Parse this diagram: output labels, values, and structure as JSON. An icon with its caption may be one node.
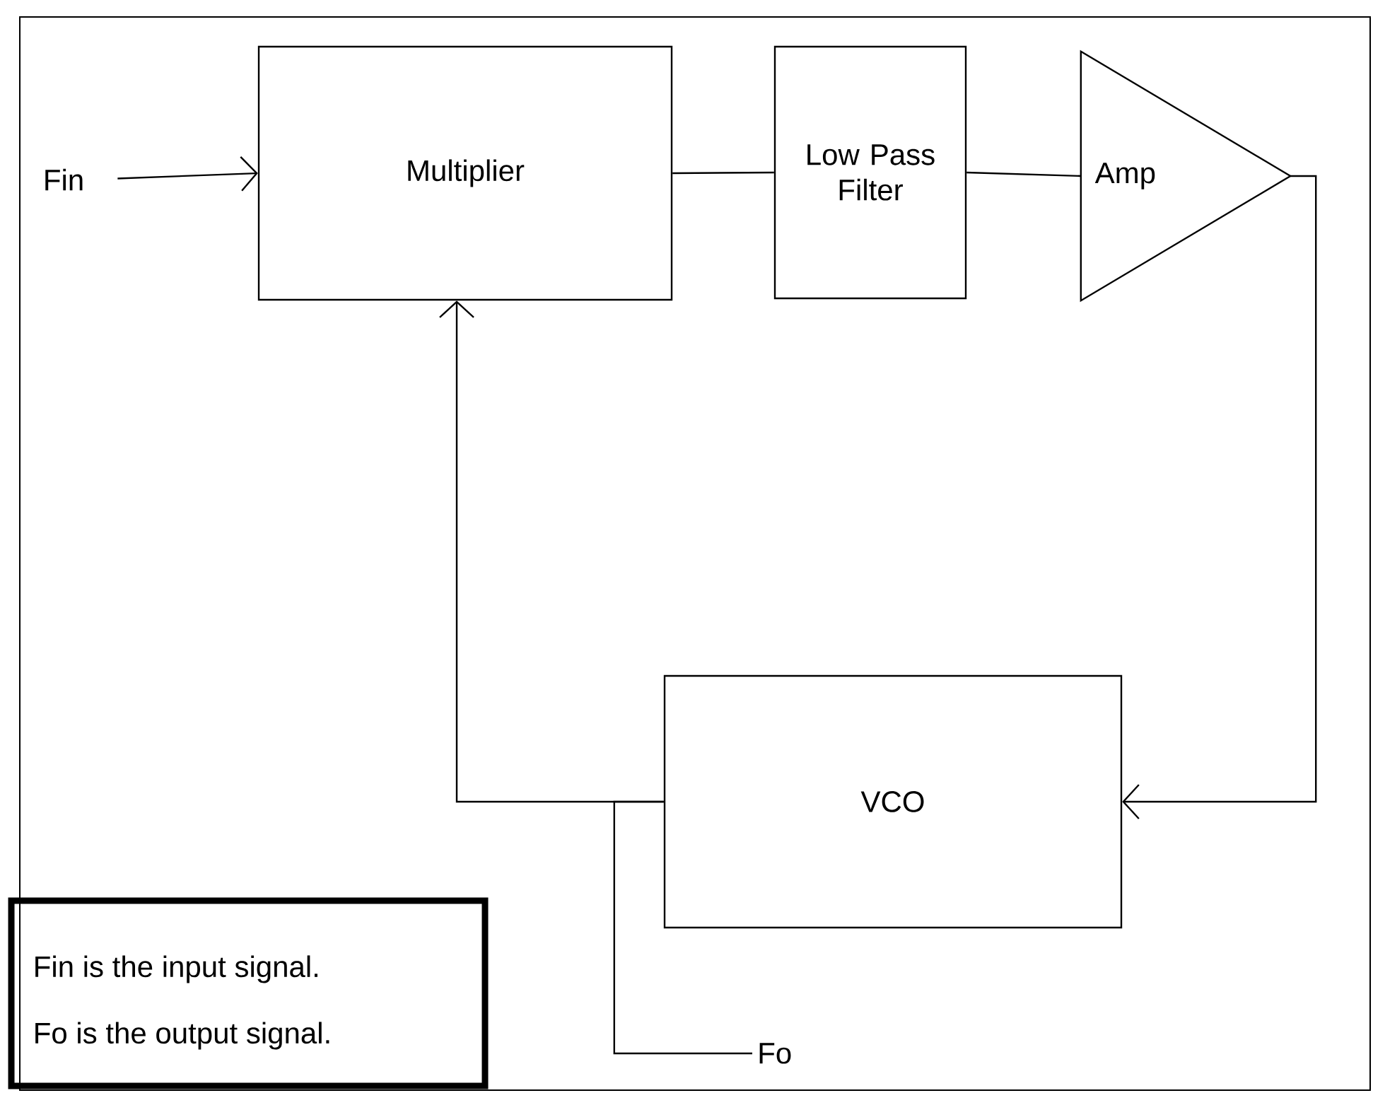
{
  "diagram": {
    "nodes": [
      {
        "text": [
          "Fin"
        ]
      },
      {
        "text": [
          "Multiplier"
        ]
      },
      {
        "text": [
          "Low Pass Filter"
        ]
      },
      {
        "text": [
          "Amp"
        ]
      },
      {
        "text": [
          "VCO"
        ]
      },
      {
        "text": [
          "Fo"
        ]
      },
      {
        "text": [
          "Fin is the input signal.",
          "Fo is the output signal."
        ]
      }
    ],
    "edges": [
      {
        "from": 0,
        "to": 1,
        "arrow": "to"
      },
      {
        "from": 1,
        "to": 2,
        "arrow": "none"
      },
      {
        "from": 2,
        "to": 3,
        "arrow": "none"
      },
      {
        "from": 3,
        "to": 4,
        "arrow": "to"
      },
      {
        "from": 4,
        "to": 1,
        "arrow": "to"
      },
      {
        "from": 4,
        "to": 5,
        "arrow": "none"
      }
    ]
  }
}
